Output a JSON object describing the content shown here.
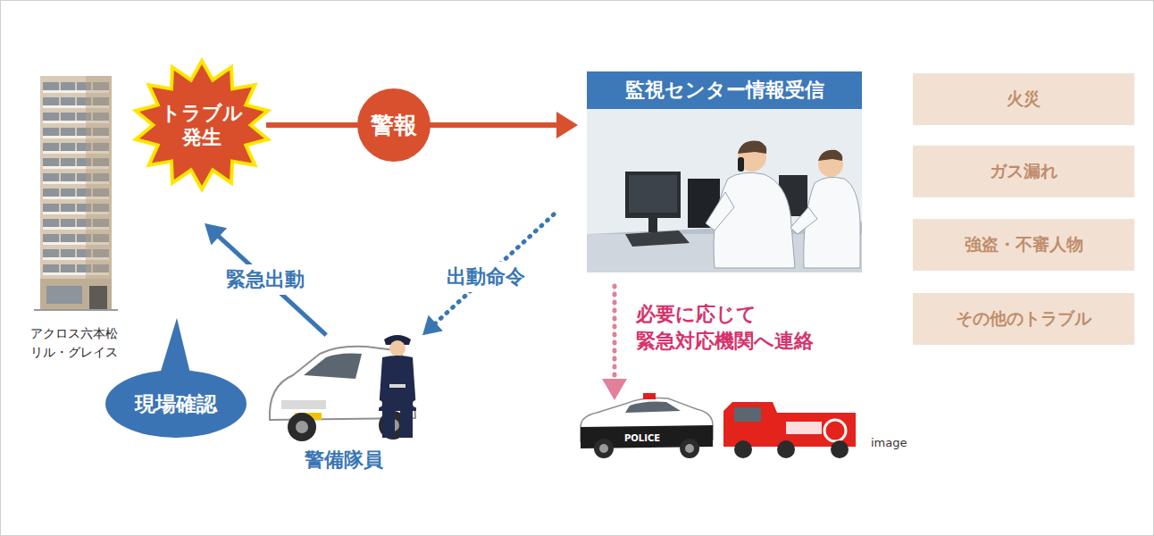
{
  "diagram": {
    "nodes": [
      {
        "text": [
          "アクロス六本松 リル・グレイス"
        ]
      },
      {
        "text": [
          "トラブル 発生"
        ]
      },
      {
        "text": [
          "監視センター情報受信"
        ]
      },
      {
        "text": [
          "火災"
        ]
      },
      {
        "text": [
          "ガス漏れ"
        ]
      },
      {
        "text": [
          "強盗・不審人物"
        ]
      },
      {
        "text": [
          "その他のトラブル"
        ]
      },
      {
        "text": [
          "現場確認"
        ]
      },
      {
        "text": [
          "警備隊員"
        ]
      }
    ],
    "edges": [
      {
        "from": 1,
        "to": 2,
        "label": "警報",
        "arrow": "to"
      },
      {
        "from": 2,
        "to": 8,
        "label": "出動命令",
        "arrow": "to"
      },
      {
        "from": 8,
        "to": 1,
        "label": "緊急出動",
        "arrow": "to"
      }
    ],
    "labels": [
      "必要に応じて 緊急対応機関へ連絡",
      "POLICE",
      "image"
    ]
  }
}
